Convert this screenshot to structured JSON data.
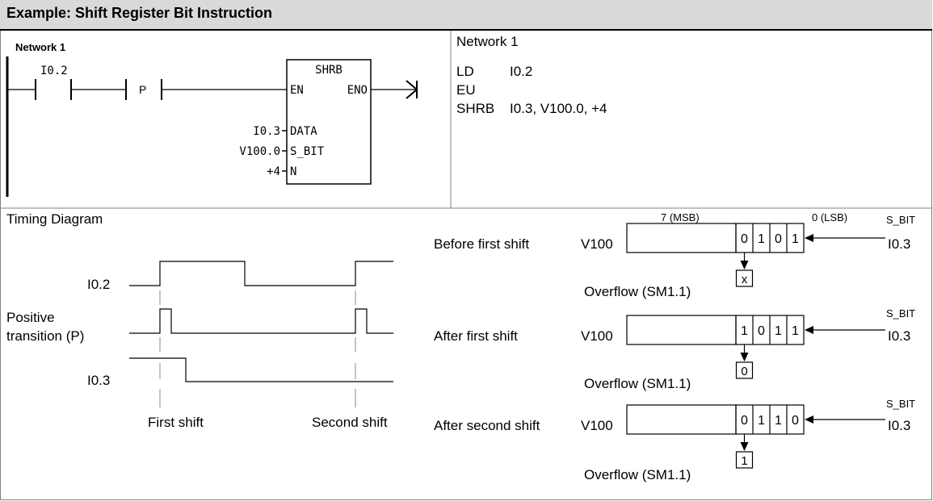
{
  "title": "Example: Shift Register Bit Instruction",
  "ladder": {
    "network_label": "Network 1",
    "contact_address": "I0.2",
    "p_label": "P",
    "box_name": "SHRB",
    "en_label": "EN",
    "eno_label": "ENO",
    "inputs": [
      {
        "operand": "I0.3",
        "pin": "DATA"
      },
      {
        "operand": "V100.0",
        "pin": "S_BIT"
      },
      {
        "operand": "+4",
        "pin": "N"
      }
    ]
  },
  "stl": {
    "network_label": "Network 1",
    "lines": [
      {
        "op": "LD",
        "arg": "I0.2"
      },
      {
        "op": "EU",
        "arg": ""
      },
      {
        "op": "SHRB",
        "arg": "I0.3, V100.0, +4"
      }
    ]
  },
  "timing": {
    "title": "Timing Diagram",
    "signals": [
      {
        "label": "I0.2"
      },
      {
        "label": "Positive transition (P)",
        "label_lines": [
          "Positive",
          "transition (P)"
        ]
      },
      {
        "label": "I0.3"
      }
    ],
    "markers": [
      "First shift",
      "Second shift"
    ]
  },
  "register": {
    "msb_label": "7 (MSB)",
    "lsb_label": "0 (LSB)",
    "sbit_label": "S_BIT",
    "input_label": "I0.3",
    "overflow_label": "Overflow (SM1.1)",
    "register_name": "V100",
    "states": [
      {
        "caption": "Before first shift",
        "bits": [
          "0",
          "1",
          "0",
          "1"
        ],
        "overflow": "x"
      },
      {
        "caption": "After first shift",
        "bits": [
          "1",
          "0",
          "1",
          "1"
        ],
        "overflow": "0"
      },
      {
        "caption": "After second shift",
        "bits": [
          "0",
          "1",
          "1",
          "0"
        ],
        "overflow": "1"
      }
    ]
  }
}
